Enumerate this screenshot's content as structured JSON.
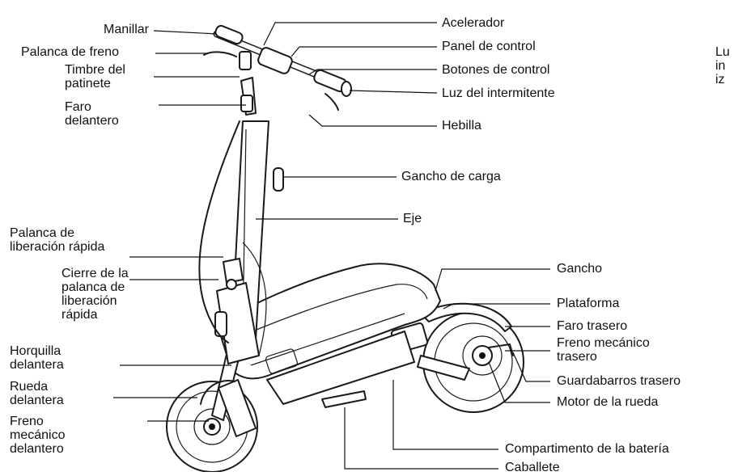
{
  "labels": {
    "manillar": "Manillar",
    "palanca_freno": "Palanca de freno",
    "timbre": "Timbre del\npatinete",
    "faro_delantero": "Faro\ndelantero",
    "acelerador": "Acelerador",
    "panel_control": "Panel de control",
    "botones_control": "Botones de control",
    "luz_intermitente": "Luz del intermitente",
    "hebilla": "Hebilla",
    "gancho_carga": "Gancho de carga",
    "eje": "Eje",
    "palanca_liberacion": "Palanca de\nliberación rápida",
    "cierre_palanca": "Cierre de la\npalanca de\nliberación\nrápida",
    "horquilla": "Horquilla\ndelantera",
    "rueda_delantera": "Rueda\ndelantera",
    "freno_delantero": "Freno\nmecánico\ndelantero",
    "gancho": "Gancho",
    "plataforma": "Plataforma",
    "faro_trasero": "Faro trasero",
    "freno_trasero": "Freno mecánico\ntrasero",
    "guardabarros": "Guardabarros trasero",
    "motor_rueda": "Motor de la rueda",
    "compartimento": "Compartimento de la batería",
    "caballete": "Caballete",
    "cut_right": "Lu\nin\niz"
  },
  "colors": {
    "ink": "#111111",
    "background": "#ffffff"
  }
}
